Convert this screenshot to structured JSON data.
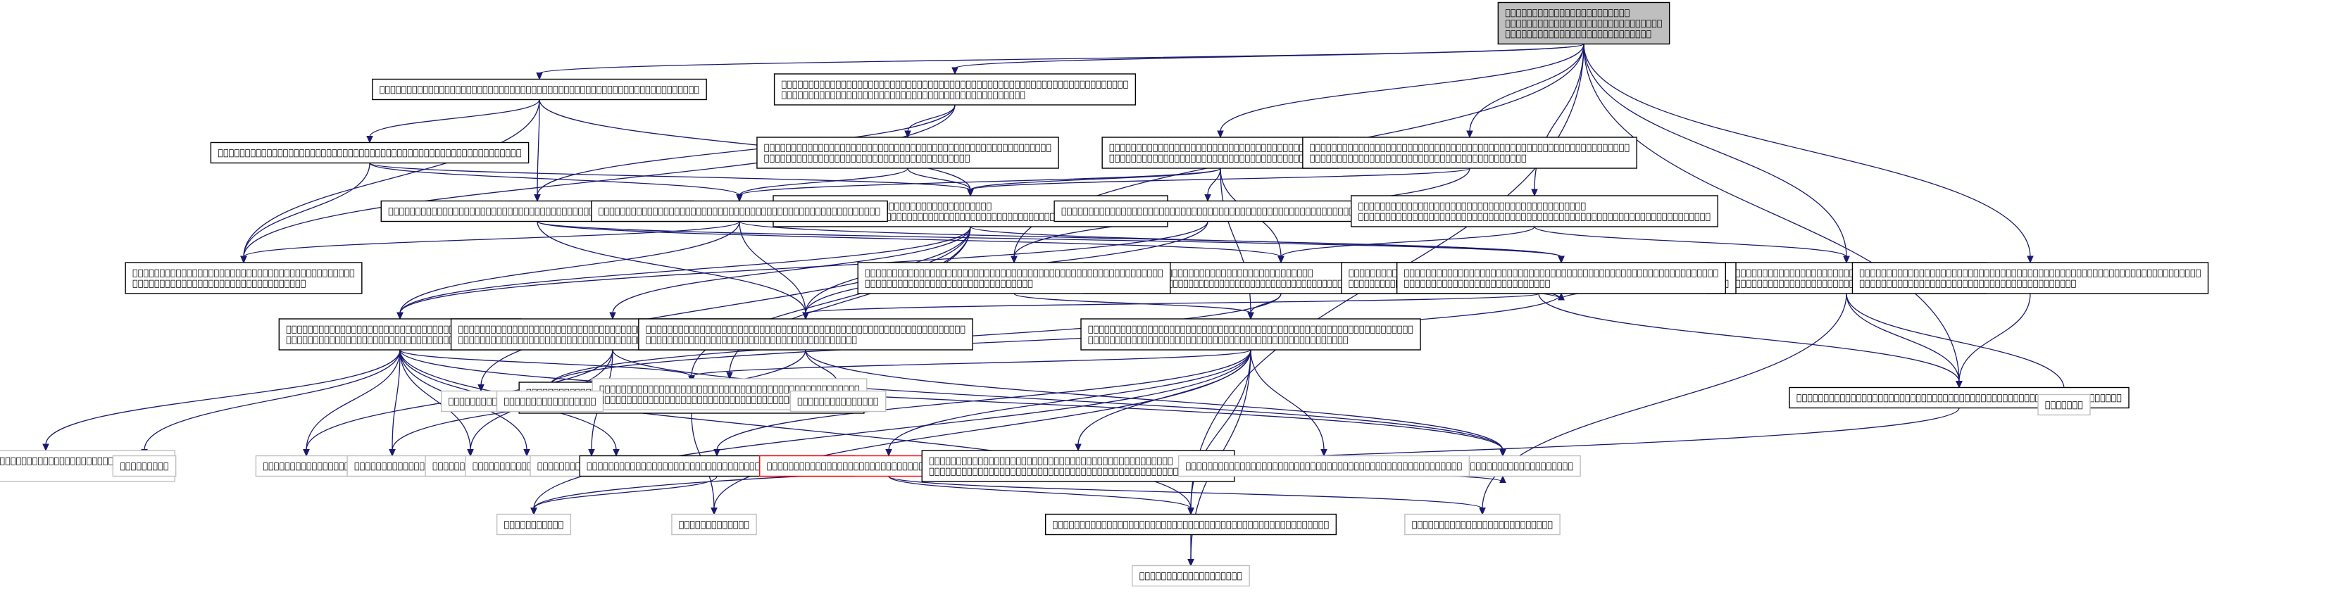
{
  "colors": {
    "edge": "#191970",
    "node_border": "#000000",
    "leaf_border": "#bfbfbf",
    "root_fill": "#bfbfbf",
    "highlight_border": "#ff0000",
    "background": "#ffffff"
  },
  "nodes": [
    {
      "id": "n0",
      "kind": "root",
      "lines": [
        "",
        "",
        ""
      ]
    },
    {
      "id": "n1",
      "kind": "node",
      "lines": [
        ""
      ]
    },
    {
      "id": "n2",
      "kind": "node",
      "lines": [
        "",
        ""
      ]
    },
    {
      "id": "n3",
      "kind": "node",
      "lines": [
        ""
      ]
    },
    {
      "id": "n4",
      "kind": "node",
      "lines": [
        "",
        ""
      ]
    },
    {
      "id": "n5",
      "kind": "node",
      "lines": [
        "",
        ""
      ]
    },
    {
      "id": "n6",
      "kind": "node",
      "lines": [
        "",
        ""
      ]
    },
    {
      "id": "n7",
      "kind": "node",
      "lines": [
        "",
        ""
      ]
    },
    {
      "id": "n8",
      "kind": "node",
      "lines": [
        ""
      ]
    },
    {
      "id": "n9",
      "kind": "node",
      "lines": [
        ""
      ]
    },
    {
      "id": "n10",
      "kind": "node",
      "lines": [
        "",
        ""
      ]
    },
    {
      "id": "n11",
      "kind": "node",
      "lines": [
        ""
      ]
    },
    {
      "id": "n12",
      "kind": "node",
      "lines": [
        "",
        ""
      ]
    },
    {
      "id": "n13",
      "kind": "node",
      "lines": [
        "",
        ""
      ]
    },
    {
      "id": "n14",
      "kind": "node",
      "lines": [
        "",
        ""
      ]
    },
    {
      "id": "n15",
      "kind": "node",
      "lines": [
        "",
        ""
      ]
    },
    {
      "id": "n16",
      "kind": "node",
      "lines": [
        "",
        ""
      ]
    },
    {
      "id": "n17",
      "kind": "node",
      "lines": [
        "",
        ""
      ]
    },
    {
      "id": "n18",
      "kind": "node",
      "lines": [
        "",
        ""
      ]
    },
    {
      "id": "n19",
      "kind": "node",
      "lines": [
        "",
        ""
      ]
    },
    {
      "id": "n20",
      "kind": "node",
      "lines": [
        "",
        ""
      ]
    },
    {
      "id": "n21",
      "kind": "node",
      "lines": [
        "",
        ""
      ]
    },
    {
      "id": "n22",
      "kind": "node",
      "lines": [
        "",
        ""
      ]
    },
    {
      "id": "n23",
      "kind": "node",
      "lines": [
        ""
      ]
    },
    {
      "id": "n24",
      "kind": "leaf",
      "lines": [
        "",
        ""
      ]
    },
    {
      "id": "n25",
      "kind": "leaf",
      "lines": [
        ""
      ]
    },
    {
      "id": "n26",
      "kind": "leaf",
      "lines": [
        ""
      ]
    },
    {
      "id": "n27",
      "kind": "leaf",
      "lines": [
        "",
        ""
      ]
    },
    {
      "id": "n28",
      "kind": "leaf",
      "lines": [
        ""
      ]
    },
    {
      "id": "n29",
      "kind": "leaf",
      "lines": [
        ""
      ]
    },
    {
      "id": "n30",
      "kind": "leaf",
      "lines": [
        ""
      ]
    },
    {
      "id": "n31",
      "kind": "leaf",
      "lines": [
        ""
      ]
    },
    {
      "id": "n32",
      "kind": "leaf",
      "lines": [
        ""
      ]
    },
    {
      "id": "n33",
      "kind": "leaf",
      "lines": [
        ""
      ]
    },
    {
      "id": "n34",
      "kind": "leaf",
      "lines": [
        ""
      ]
    },
    {
      "id": "n35",
      "kind": "leaf",
      "lines": [
        ""
      ]
    },
    {
      "id": "n36",
      "kind": "leaf",
      "lines": [
        ""
      ]
    },
    {
      "id": "n37",
      "kind": "leaf",
      "lines": [
        ""
      ]
    },
    {
      "id": "n38",
      "kind": "node",
      "lines": [
        ""
      ]
    },
    {
      "id": "n39",
      "kind": "highlight",
      "lines": [
        ""
      ]
    },
    {
      "id": "n40",
      "kind": "node",
      "lines": [
        "",
        ""
      ]
    },
    {
      "id": "n41",
      "kind": "leaf",
      "lines": [
        ""
      ]
    },
    {
      "id": "n42",
      "kind": "leaf",
      "lines": [
        ""
      ]
    },
    {
      "id": "n43",
      "kind": "leaf",
      "lines": [
        ""
      ]
    },
    {
      "id": "n44",
      "kind": "leaf",
      "lines": [
        ""
      ]
    },
    {
      "id": "n45",
      "kind": "node",
      "lines": [
        ""
      ]
    },
    {
      "id": "n46",
      "kind": "leaf",
      "lines": [
        ""
      ]
    },
    {
      "id": "n47",
      "kind": "node",
      "lines": [
        "",
        ""
      ]
    }
  ],
  "edges": [
    [
      "n0",
      "n1"
    ],
    [
      "n0",
      "n2"
    ],
    [
      "n0",
      "n5"
    ],
    [
      "n0",
      "n6"
    ],
    [
      "n0",
      "n12"
    ],
    [
      "n0",
      "n14"
    ],
    [
      "n0",
      "n15"
    ],
    [
      "n0",
      "n47"
    ],
    [
      "n0",
      "n45"
    ],
    [
      "n0",
      "n23"
    ],
    [
      "n1",
      "n3"
    ],
    [
      "n1",
      "n7"
    ],
    [
      "n1",
      "n8"
    ],
    [
      "n1",
      "n10"
    ],
    [
      "n2",
      "n4"
    ],
    [
      "n2",
      "n8"
    ],
    [
      "n2",
      "n10"
    ],
    [
      "n3",
      "n9"
    ],
    [
      "n3",
      "n7"
    ],
    [
      "n3",
      "n10"
    ],
    [
      "n4",
      "n9"
    ],
    [
      "n4",
      "n7"
    ],
    [
      "n5",
      "n7"
    ],
    [
      "n5",
      "n9"
    ],
    [
      "n5",
      "n11"
    ],
    [
      "n5",
      "n13"
    ],
    [
      "n5",
      "n17"
    ],
    [
      "n6",
      "n7"
    ],
    [
      "n6",
      "n14"
    ],
    [
      "n7",
      "n18"
    ],
    [
      "n7",
      "n19"
    ],
    [
      "n7",
      "n20"
    ],
    [
      "n7",
      "n21"
    ],
    [
      "n7",
      "n22"
    ],
    [
      "n7",
      "n24"
    ],
    [
      "n7",
      "n25"
    ],
    [
      "n8",
      "n20"
    ],
    [
      "n8",
      "n21"
    ],
    [
      "n8",
      "n13"
    ],
    [
      "n9",
      "n10"
    ],
    [
      "n9",
      "n18"
    ],
    [
      "n9",
      "n20"
    ],
    [
      "n9",
      "n21"
    ],
    [
      "n10",
      "n10x"
    ],
    [
      "n11",
      "n20"
    ],
    [
      "n11",
      "n18"
    ],
    [
      "n12",
      "n13"
    ],
    [
      "n12",
      "n15"
    ],
    [
      "n13",
      "n17"
    ],
    [
      "n13",
      "n21"
    ],
    [
      "n13",
      "n26"
    ],
    [
      "n14",
      "n17"
    ],
    [
      "n14",
      "n21"
    ],
    [
      "n15",
      "n23"
    ],
    [
      "n15",
      "n44"
    ],
    [
      "n15",
      "n37"
    ],
    [
      "n16",
      "n20"
    ],
    [
      "n16",
      "n23"
    ],
    [
      "n17",
      "n22"
    ],
    [
      "n17",
      "n38"
    ],
    [
      "n17",
      "n39"
    ],
    [
      "n17",
      "n40"
    ],
    [
      "n17",
      "n41"
    ],
    [
      "n17",
      "n42"
    ],
    [
      "n17",
      "n43"
    ],
    [
      "n17",
      "n45"
    ],
    [
      "n17",
      "n46"
    ],
    [
      "n18",
      "n22"
    ],
    [
      "n18",
      "n27"
    ],
    [
      "n18",
      "n28"
    ],
    [
      "n18",
      "n29"
    ],
    [
      "n18",
      "n30"
    ],
    [
      "n18",
      "n31"
    ],
    [
      "n18",
      "n32"
    ],
    [
      "n18",
      "n33"
    ],
    [
      "n18",
      "n36"
    ],
    [
      "n18",
      "n45"
    ],
    [
      "n19",
      "n29"
    ],
    [
      "n19",
      "n31"
    ],
    [
      "n19",
      "n35"
    ],
    [
      "n19",
      "n36"
    ],
    [
      "n20",
      "n30"
    ],
    [
      "n20",
      "n34"
    ],
    [
      "n20",
      "n36"
    ],
    [
      "n21",
      "n26"
    ],
    [
      "n22",
      "n42"
    ],
    [
      "n23",
      "n43"
    ],
    [
      "n38",
      "n43"
    ],
    [
      "n39",
      "n45"
    ],
    [
      "n39",
      "n37"
    ],
    [
      "n39",
      "n36"
    ],
    [
      "n45",
      "n46"
    ],
    [
      "n47",
      "n21"
    ],
    [
      "n47",
      "n23"
    ]
  ]
}
